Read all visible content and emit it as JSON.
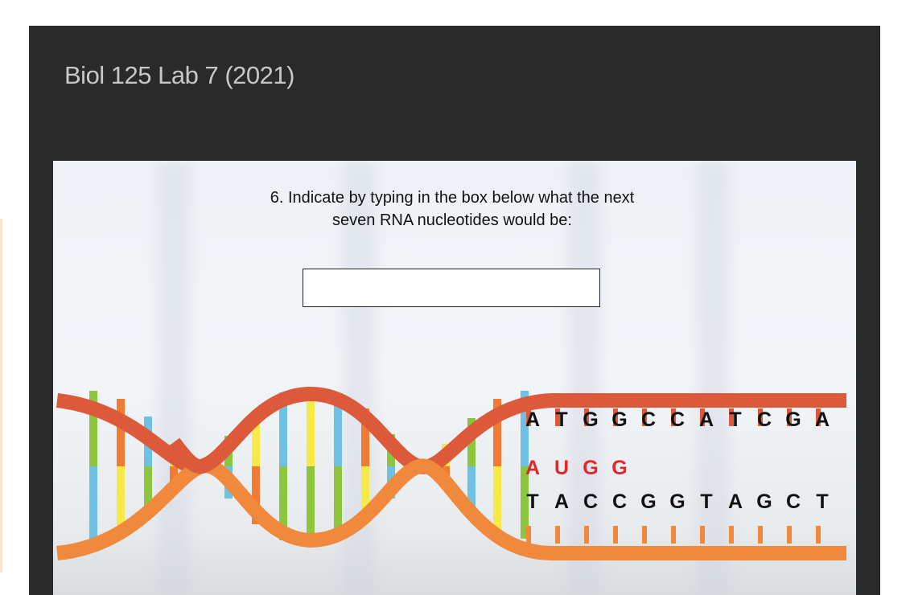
{
  "window": {
    "title": "Biol 125 Lab 7 (2021)"
  },
  "question": {
    "line1": "6. Indicate by typing in the box below what the next",
    "line2": "seven RNA nucleotides would be:"
  },
  "answer_input": {
    "value": "",
    "placeholder": ""
  },
  "sequences": {
    "dna_template_top": [
      "A",
      "T",
      "G",
      "G",
      "C",
      "C",
      "A",
      "T",
      "C",
      "G",
      "A"
    ],
    "rna": [
      "A",
      "U",
      "G",
      "G"
    ],
    "dna_bottom": [
      "T",
      "A",
      "C",
      "C",
      "G",
      "G",
      "T",
      "A",
      "G",
      "C",
      "T"
    ]
  },
  "colors": {
    "frame": "#2a2a2a",
    "title": "#c8c8c8",
    "strand_dark": "#dc5a3a",
    "strand_light": "#f0893c",
    "rna_text": "#e3262a"
  }
}
